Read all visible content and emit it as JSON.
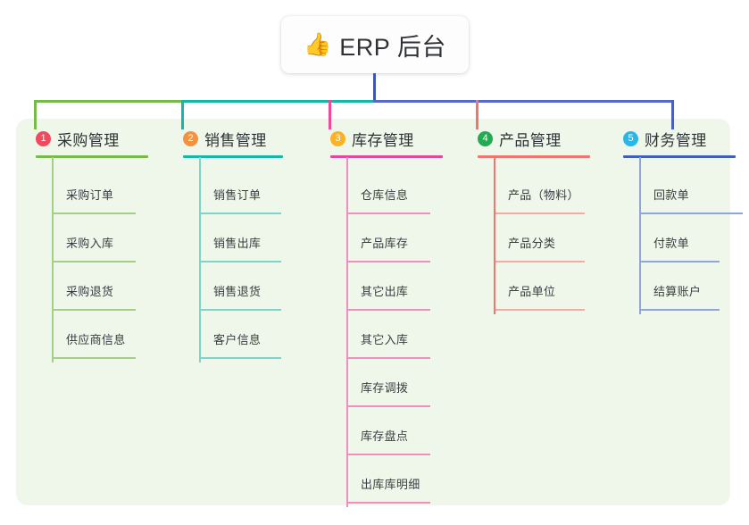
{
  "diagram": {
    "type": "mind-map",
    "root": {
      "icon": "thumbs-up-icon",
      "emoji": "👍",
      "title": "ERP 后台"
    },
    "panel_color": "#eef7e9",
    "branches": [
      {
        "number": "1",
        "title": "采购管理",
        "badge_color": "#ef4a5e",
        "rule_color": "#76bb49",
        "leaf_color": "#a5cf85",
        "spine_color": "#a5cf85",
        "connector_color": "#76bb49",
        "leaves": [
          "采购订单",
          "采购入库",
          "采购退货",
          "供应商信息"
        ]
      },
      {
        "number": "2",
        "title": "销售管理",
        "badge_color": "#f5923e",
        "rule_color": "#14b8a6",
        "leaf_color": "#7fd4c9",
        "spine_color": "#7fd4c9",
        "connector_color": "#14b8a6",
        "leaves": [
          "销售订单",
          "销售出库",
          "销售退货",
          "客户信息"
        ]
      },
      {
        "number": "3",
        "title": "库存管理",
        "badge_color": "#f8b326",
        "rule_color": "#e8449a",
        "leaf_color": "#f08ec0",
        "spine_color": "#f08ec0",
        "connector_color": "#f0499b",
        "leaves": [
          "仓库信息",
          "产品库存",
          "其它出库",
          "其它入库",
          "库存调拨",
          "库存盘点",
          "出库库明细"
        ]
      },
      {
        "number": "4",
        "title": "产品管理",
        "badge_color": "#22ab52",
        "rule_color": "#f4736b",
        "leaf_color": "#f7a9a2",
        "spine_color": "#f4736b",
        "connector_color": "#f4736b",
        "leaves": [
          "产品（物料）",
          "产品分类",
          "产品单位"
        ]
      },
      {
        "number": "5",
        "title": "财务管理",
        "badge_color": "#29b6e8",
        "rule_color": "#3f5fc0",
        "leaf_color": "#8fa5dd",
        "spine_color": "#8fa5dd",
        "connector_color": "#4a5fc1",
        "leaves": [
          "回款单",
          "付款单",
          "结算账户"
        ]
      }
    ],
    "connector": {
      "stem_color": "#4055b8",
      "bar_left_color": "#76bb49",
      "bar_mid_color": "#14b8a6",
      "bar_right_color": "#5668c9"
    }
  }
}
